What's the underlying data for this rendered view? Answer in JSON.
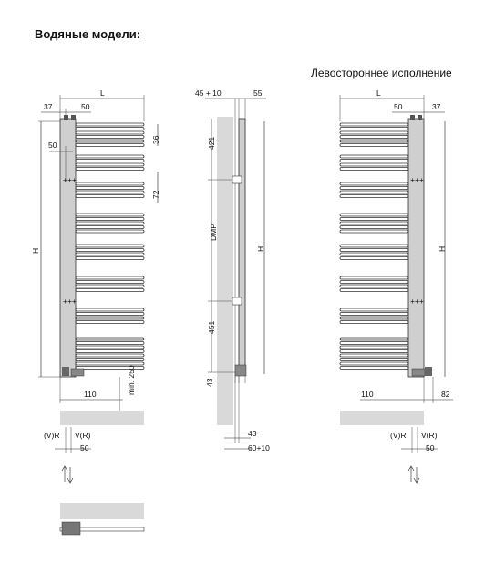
{
  "title": "Водяные модели:",
  "subtitle": "Левостороннее исполнение",
  "labels": {
    "L": "L",
    "H": "H",
    "d37": "37",
    "d50": "50",
    "d36": "36",
    "d72": "72",
    "d110": "110",
    "min250": "min. 250",
    "vr_left": "(V)R",
    "vr_right": "V(R)",
    "d45_10": "45 + 10",
    "d55": "55",
    "d421": "421",
    "dmp": "DMP",
    "d451": "451",
    "d43": "43",
    "d60_10": "60+10",
    "d82": "82",
    "arrows": "+++"
  }
}
